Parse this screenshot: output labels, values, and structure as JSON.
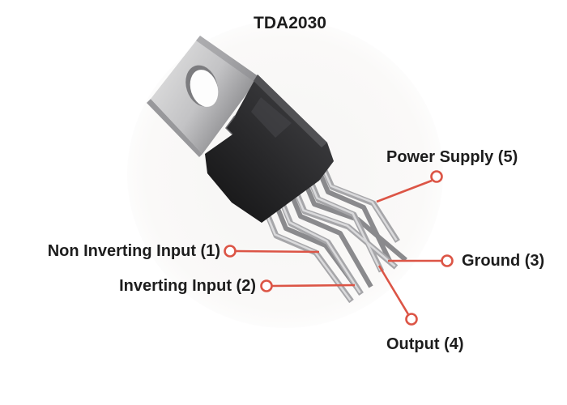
{
  "title": "TDA2030",
  "component": {
    "name": "TDA2030 audio amplifier IC",
    "package": "TO-220 Pentawatt, 5 pins, metal tab with mounting hole"
  },
  "labels": [
    {
      "pin": 1,
      "text": "Non Inverting Input (1)",
      "side": "left"
    },
    {
      "pin": 2,
      "text": "Inverting Input (2)",
      "side": "left"
    },
    {
      "pin": 3,
      "text": "Ground (3)",
      "side": "right"
    },
    {
      "pin": 4,
      "text": "Output (4)",
      "side": "bottom-right"
    },
    {
      "pin": 5,
      "text": "Power Supply (5)",
      "side": "top-right"
    }
  ],
  "callout_style": {
    "marker": "open-circle",
    "line_color": "#dc5546",
    "text_color": "#1d1d1d"
  },
  "ic_colors": {
    "body_dark": "#212123",
    "tab_gray": "#c0c0c2",
    "pin_gray": "#a6a6a9",
    "hole_fill": "#fdfdfd"
  }
}
